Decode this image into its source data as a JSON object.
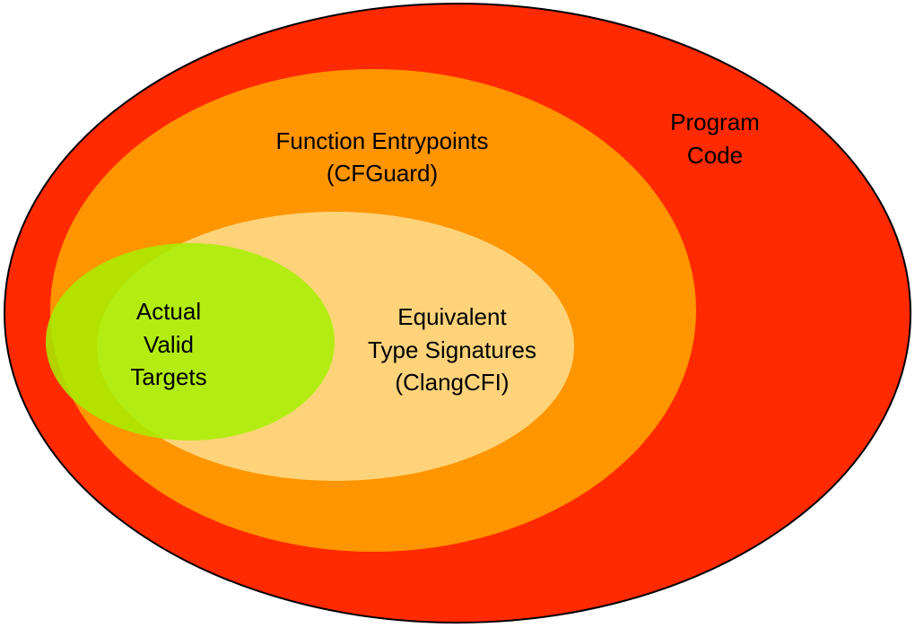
{
  "diagram": {
    "type": "nested-venn",
    "regions": [
      {
        "id": "program-code",
        "lines": [
          "Program",
          "Code"
        ],
        "fill": "#FF2A00",
        "stroke": "#000000"
      },
      {
        "id": "function-entrypoints",
        "lines": [
          "Function Entrypoints",
          "(CFGuard)"
        ],
        "fill": "#FF9500"
      },
      {
        "id": "equivalent-type-signatures",
        "lines": [
          "Equivalent",
          "Type Signatures",
          "(ClangCFI)"
        ],
        "fill": "#FFD37A"
      },
      {
        "id": "actual-valid-targets",
        "lines": [
          "Actual",
          "Valid",
          "Targets"
        ],
        "fill": "#A6F000",
        "opacity": 0.85
      }
    ]
  }
}
